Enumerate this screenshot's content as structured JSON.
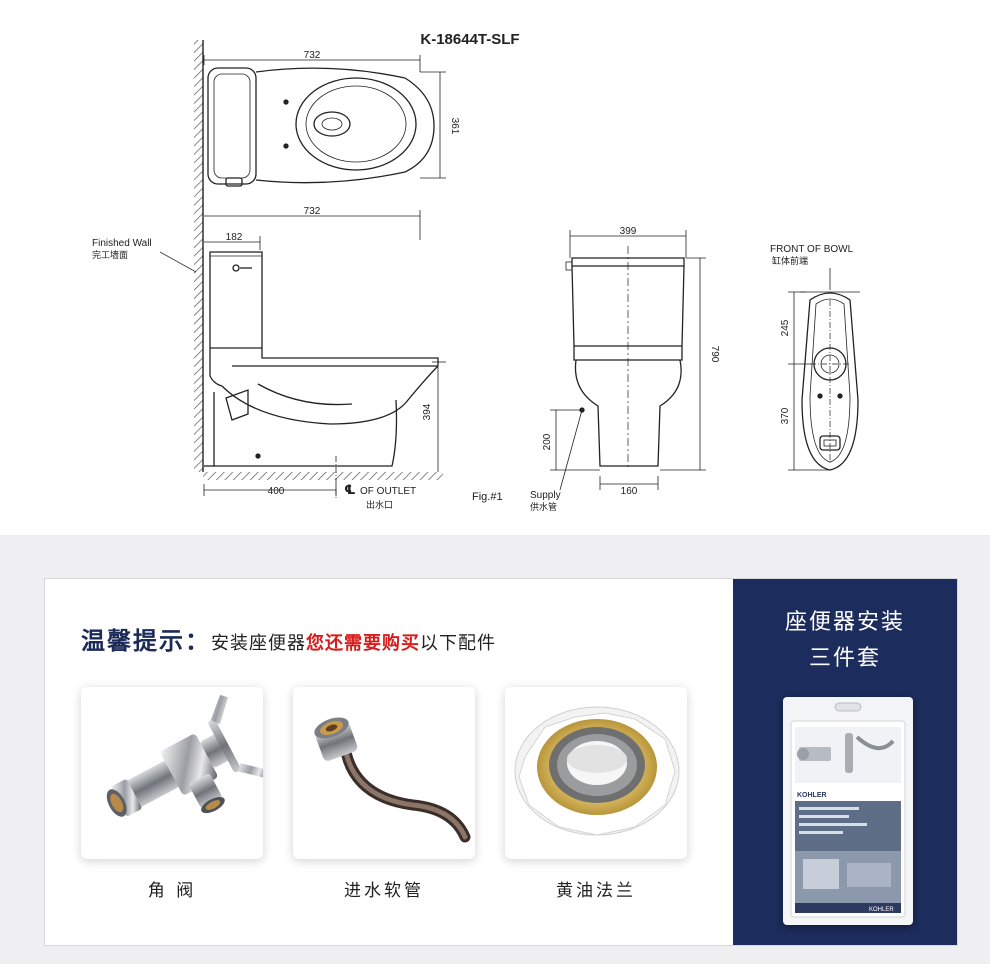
{
  "drawing": {
    "model": "K-18644T-SLF",
    "dims": {
      "top_length": "732",
      "top_depth": "361",
      "side_length": "732",
      "tank_depth": "182",
      "outlet_height": "394",
      "outlet_distance": "400",
      "front_width": "399",
      "total_height": "790",
      "supply_height": "200",
      "base_width": "160",
      "bowl_front": "245",
      "bowl_rear": "370"
    },
    "labels": {
      "finished_wall_en": "Finished Wall",
      "finished_wall_cn": "完工墙面",
      "outlet_en": "OF OUTLET",
      "outlet_cn": "出水口",
      "fig": "Fig.#1",
      "supply_en": "Supply",
      "supply_cn": "供水管",
      "front_bowl_en": "FRONT OF BOWL",
      "front_bowl_cn": "缸体前端"
    }
  },
  "notice": {
    "label": "温馨提示：",
    "text_a": "安装座便器",
    "text_b": "您还需要购买",
    "text_c": "以下配件"
  },
  "accessories": [
    {
      "name": "角 阀",
      "icon": "angle-valve"
    },
    {
      "name": "进水软管",
      "icon": "inlet-hose"
    },
    {
      "name": "黄油法兰",
      "icon": "wax-flange"
    }
  ],
  "kit": {
    "title_line1": "座便器安装",
    "title_line2": "三件套",
    "brand": "KOHLER",
    "brand_small": "KOHLER"
  },
  "colors": {
    "navy": "#1c2c5c",
    "accent_red": "#d61e1e",
    "panel_bg": "#efeef0"
  }
}
